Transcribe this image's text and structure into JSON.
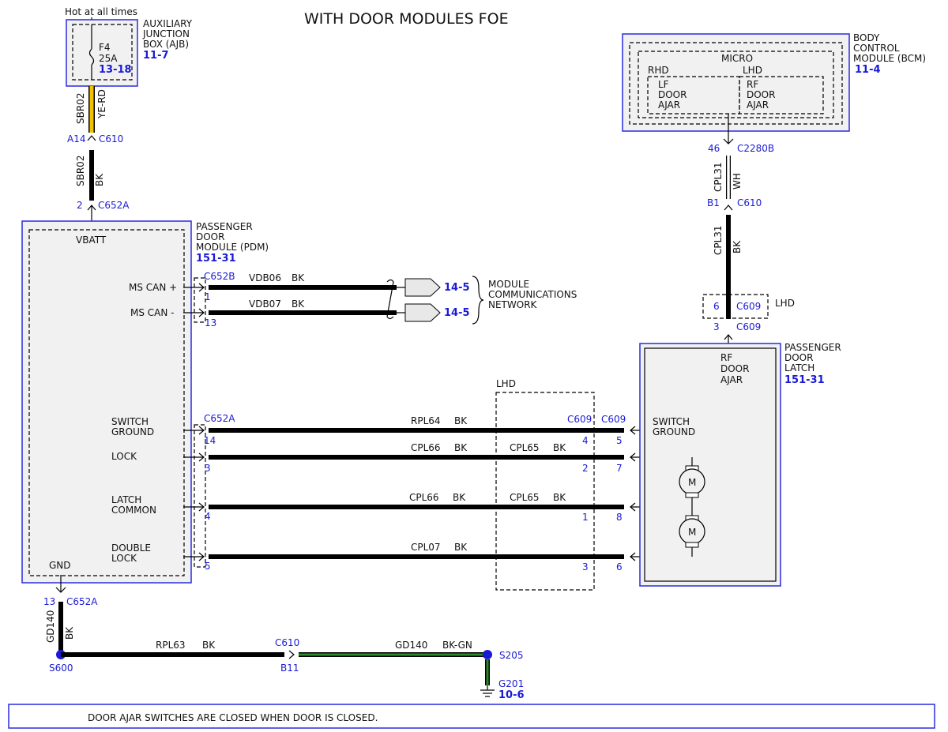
{
  "title": "WITH DOOR MODULES FOE",
  "ajb": {
    "hot_label": "Hot at all times",
    "name_lines": [
      "AUXILIARY",
      "JUNCTION",
      "BOX (AJB)"
    ],
    "ref": "11-7",
    "fuse": "F4",
    "rating": "25A",
    "fuse_ref": "13-18"
  },
  "wires": {
    "sbr02_top": {
      "circuit": "SBR02",
      "color": "YE-RD"
    },
    "sbr02_bot": {
      "circuit": "SBR02",
      "color": "BK"
    },
    "cpl31_top": {
      "circuit": "CPL31",
      "color": "WH"
    },
    "cpl31_bot": {
      "circuit": "CPL31",
      "color": "BK"
    },
    "vdb06": {
      "circuit": "VDB06",
      "color": "BK"
    },
    "vdb07": {
      "circuit": "VDB07",
      "color": "BK"
    },
    "rpl64": {
      "circuit": "RPL64",
      "color": "BK"
    },
    "cpl66a": {
      "circuit": "CPL66",
      "color": "BK"
    },
    "cpl65a": {
      "circuit": "CPL65",
      "color": "BK"
    },
    "cpl66b": {
      "circuit": "CPL66",
      "color": "BK"
    },
    "cpl65b": {
      "circuit": "CPL65",
      "color": "BK"
    },
    "cpl07": {
      "circuit": "CPL07",
      "color": "BK"
    },
    "gd140_v": {
      "circuit": "GD140",
      "color": "BK"
    },
    "rpl63": {
      "circuit": "RPL63",
      "color": "BK"
    },
    "gd140_h": {
      "circuit": "GD140",
      "color": "BK-GN"
    }
  },
  "connectors": {
    "a14": "A14",
    "c610_top": "C610",
    "pin2": "2",
    "c652a_top": "C652A",
    "c652b": "C652B",
    "pin1": "1",
    "pin13": "13",
    "c652a_mid": "C652A",
    "pin14": "14",
    "pin3": "3",
    "pin4": "4",
    "pin5": "5",
    "c609_l": "C609",
    "c609_r": "C609",
    "c609_p4": "4",
    "c609_p2": "2",
    "c609_p1": "1",
    "c609_p3": "3",
    "latch_p5": "5",
    "latch_p7": "7",
    "latch_p8": "8",
    "latch_p6": "6",
    "p46": "46",
    "c2280b": "C2280B",
    "b1": "B1",
    "c610_right": "C610",
    "p6": "6",
    "c609_lhd": "C609",
    "lhd_label": "LHD",
    "p3": "3",
    "c609_bot": "C609",
    "p13": "13",
    "c652a_bot": "C652A",
    "c610_bot": "C610",
    "b11": "B11",
    "s600": "S600",
    "s205": "S205",
    "g201": "G201",
    "g201_ref": "10-6"
  },
  "pdm": {
    "name_lines": [
      "PASSENGER",
      "DOOR",
      "MODULE (PDM)"
    ],
    "ref": "151-31",
    "vbatt": "VBATT",
    "ms_can_plus": "MS CAN +",
    "ms_can_minus": "MS CAN -",
    "switch_ground": [
      "SWITCH",
      "GROUND"
    ],
    "lock": "LOCK",
    "latch_common": [
      "LATCH",
      "COMMON"
    ],
    "double_lock": [
      "DOUBLE",
      "LOCK"
    ],
    "gnd": "GND"
  },
  "network": {
    "ref1": "14-5",
    "ref2": "14-5",
    "name_lines": [
      "MODULE",
      "COMMUNICATIONS",
      "NETWORK"
    ]
  },
  "lhd_box_label": "LHD",
  "bcm": {
    "name_lines": [
      "BODY",
      "CONTROL",
      "MODULE (BCM)"
    ],
    "ref": "11-4",
    "micro": "MICRO",
    "rhd": "RHD",
    "lhd": "LHD",
    "left_lines": [
      "LF",
      "DOOR",
      "AJAR"
    ],
    "right_lines": [
      "RF",
      "DOOR",
      "AJAR"
    ]
  },
  "latch": {
    "name_lines": [
      "PASSENGER",
      "DOOR",
      "LATCH"
    ],
    "ref": "151-31",
    "rf_lines": [
      "RF",
      "DOOR",
      "AJAR"
    ],
    "switch_ground": [
      "SWITCH",
      "GROUND"
    ],
    "motor1": "M",
    "motor2": "M"
  },
  "note": "DOOR AJAR SWITCHES ARE CLOSED WHEN DOOR IS CLOSED.",
  "colors": {
    "accent_blue": "#1a1ad6",
    "yellow": "#f2c200",
    "green": "#2a8a2a"
  }
}
